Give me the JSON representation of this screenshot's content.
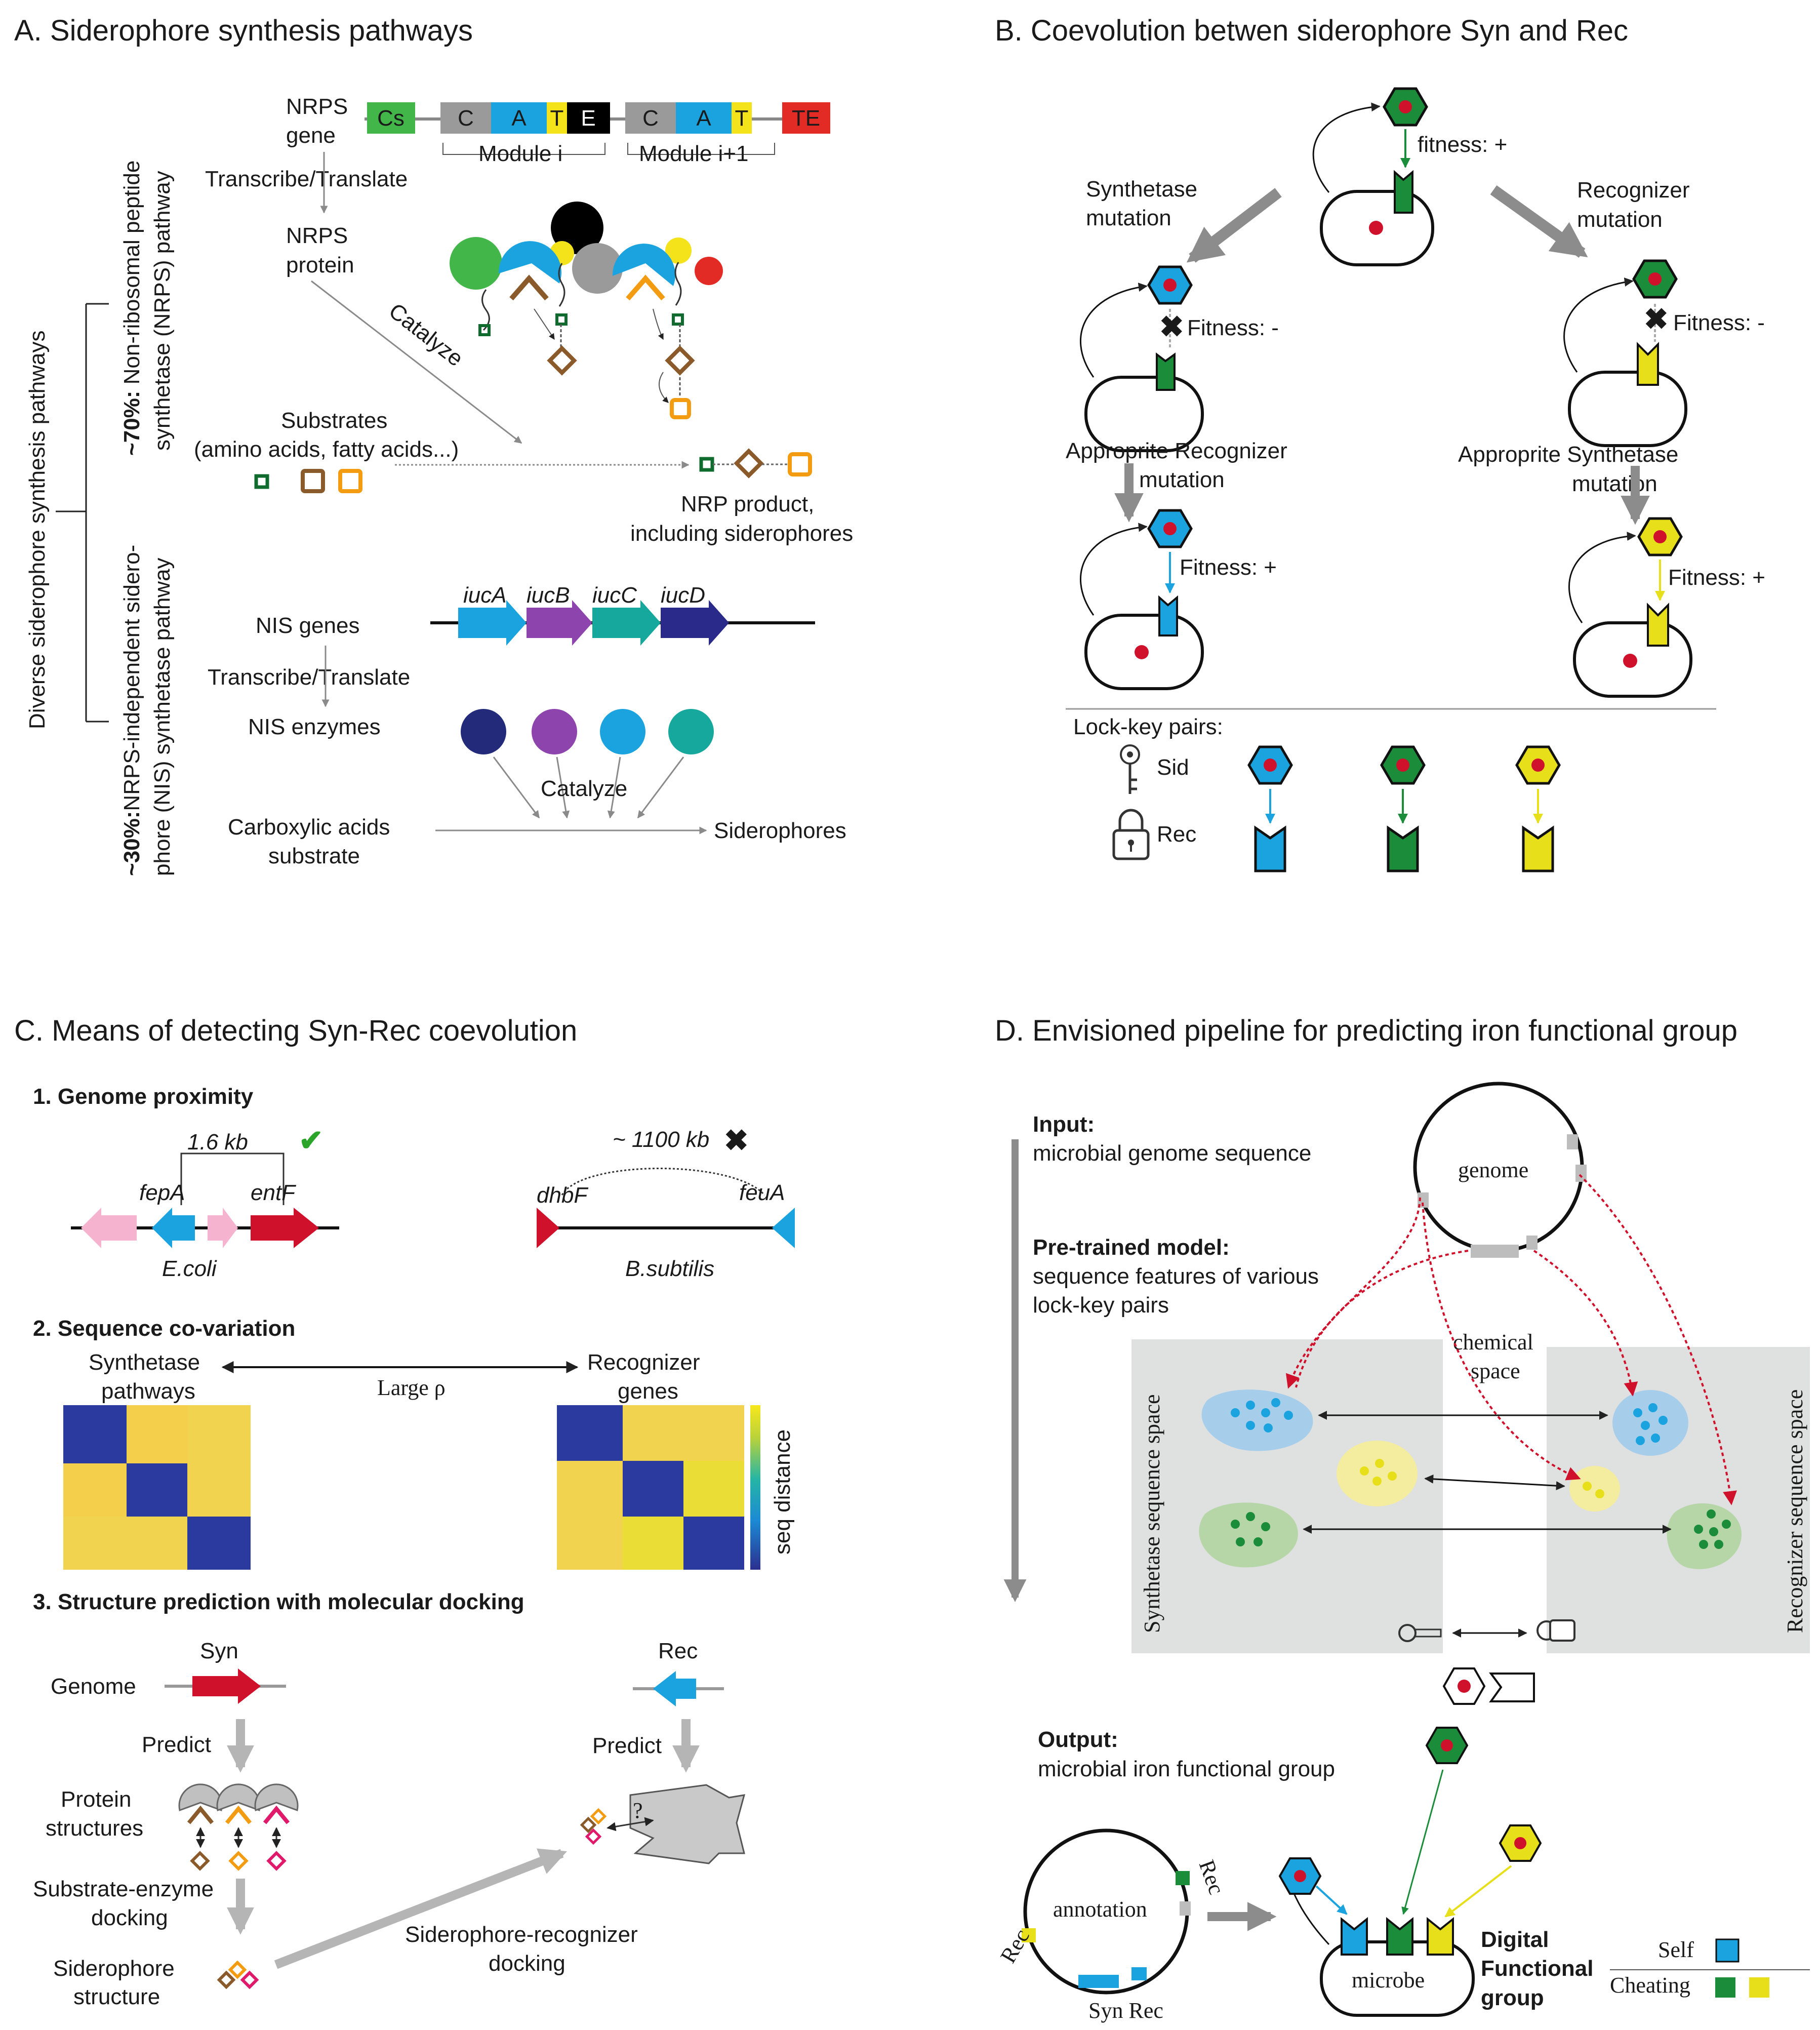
{
  "panelA": {
    "title": "A. Siderophore synthesis pathways",
    "side_label": "Diverse siderophore synthesis pathways",
    "nrps_pct": "~70%:",
    "nrps_label_1": "Non-ribosomal peptide",
    "nrps_label_2": "synthetase (NRPS) pathway",
    "nis_pct": "~30%:",
    "nis_label_1": "NRPS-independent sidero-",
    "nis_label_2": "phore (NIS) synthetase pathway",
    "nrps_gene_1": "NRPS",
    "nrps_gene_2": "gene",
    "domains": [
      "Cs",
      "C",
      "A",
      "T",
      "E",
      "C",
      "A",
      "T",
      "TE"
    ],
    "module_i": "Module i",
    "module_i1": "Module i+1",
    "transcribe": "Transcribe/Translate",
    "nrps_protein_1": "NRPS",
    "nrps_protein_2": "protein",
    "catalyze": "Catalyze",
    "substrates_1": "Substrates",
    "substrates_2": "(amino acids, fatty acids...)",
    "nrp_product_1": "NRP product,",
    "nrp_product_2": "including siderophores",
    "nis_genes": "NIS genes",
    "genes": [
      "iucA",
      "iucB",
      "iucC",
      "iucD"
    ],
    "transcribe2": "Transcribe/Translate",
    "nis_enzymes": "NIS enzymes",
    "catalyze2": "Catalyze",
    "carboxylic_1": "Carboxylic acids",
    "carboxylic_2": "substrate",
    "siderophores": "Siderophores"
  },
  "panelB": {
    "title": "B. Coevolution betwen siderophore Syn and Rec",
    "fitness_plus": "fitness: +",
    "synth_mut_1": "Synthetase",
    "synth_mut_2": "mutation",
    "rec_mut_1": "Recognizer",
    "rec_mut_2": "mutation",
    "fitness_minus_l": "Fitness: -",
    "fitness_minus_r": "Fitness: -",
    "approp_rec_1": "Approprite Recognizer",
    "approp_rec_2": "mutation",
    "approp_syn_1": "Approprite Synthetase",
    "approp_syn_2": "mutation",
    "fitness_plus_l": "Fitness: +",
    "fitness_plus_r": "Fitness: +",
    "lockkey": "Lock-key pairs:",
    "sid": "Sid",
    "rec": "Rec"
  },
  "panelC": {
    "title": "C. Means of detecting Syn-Rec coevolution",
    "s1": "1. Genome proximity",
    "dist1": "1.6 kb",
    "fepA": "fepA",
    "entF": "entF",
    "ecoli": "E.coli",
    "dist2": "~ 1100 kb",
    "dhbF": "dhbF",
    "feuA": "feuA",
    "bsub": "B.subtilis",
    "s2": "2. Sequence co-variation",
    "synth_path_1": "Synthetase",
    "synth_path_2": "pathways",
    "large_rho": "Large ρ",
    "rec_genes_1": "Recognizer",
    "rec_genes_2": "genes",
    "seq_distance": "seq distance",
    "s3": "3. Structure prediction with molecular docking",
    "syn": "Syn",
    "genome": "Genome",
    "rec": "Rec",
    "predict1": "Predict",
    "predict2": "Predict",
    "protein_1": "Protein",
    "protein_2": "structures",
    "sub_enz_1": "Substrate-enzyme",
    "sub_enz_2": "docking",
    "sid_struct_1": "Siderophore",
    "sid_struct_2": "structure",
    "sid_rec_1": "Siderophore-recognizer",
    "sid_rec_2": "docking",
    "question": "?"
  },
  "panelD": {
    "title": "D. Envisioned pipeline for predicting iron functional group",
    "input_h": "Input:",
    "input_t": "microbial genome sequence",
    "genome": "genome",
    "pretrained_h": "Pre-trained model:",
    "pretrained_t1": "sequence features of various",
    "pretrained_t2": "lock-key pairs",
    "chem_1": "chemical",
    "chem_2": "space",
    "synth_space": "Synthetase sequence space",
    "rec_space": "Recognizer sequence space",
    "output_h": "Output:",
    "output_t": "microbial iron functional group",
    "annotation": "annotation",
    "rec1": "Rec",
    "rec2": "Rec",
    "syn_rec": "Syn  Rec",
    "microbe": "microbe",
    "digital_1": "Digital",
    "digital_2": "Functional",
    "digital_3": "group",
    "self": "Self",
    "cheating": "Cheating"
  },
  "colors": {
    "blue": "#1ba3e0",
    "green": "#1a8c3a",
    "yellow": "#e6df1a",
    "red": "#d0112b",
    "gray": "#bdbdbd",
    "panel_gray": "#dfe1e1"
  }
}
